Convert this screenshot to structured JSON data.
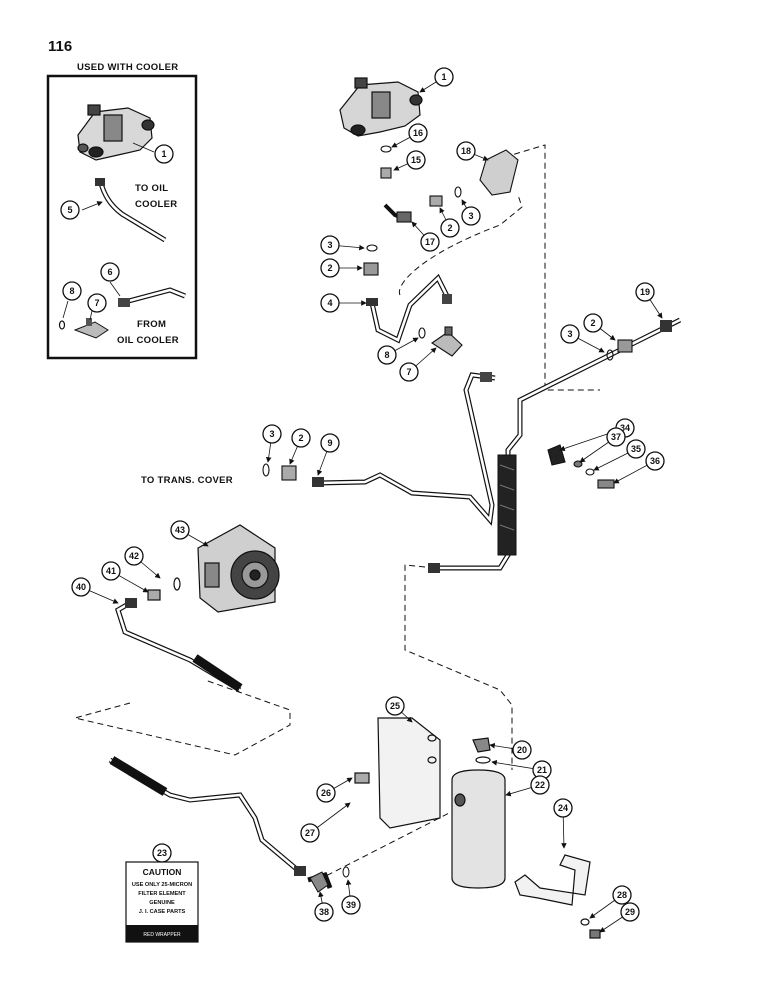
{
  "page_number": "116",
  "inset": {
    "title": "USED WITH COOLER",
    "to_label_line1": "TO OIL",
    "to_label_line2": "COOLER",
    "from_label_line1": "FROM",
    "from_label_line2": "OIL COOLER",
    "callouts": [
      "1",
      "5",
      "6",
      "7",
      "8"
    ]
  },
  "labels": {
    "to_trans_cover": "TO TRANS. COVER"
  },
  "caution_decal": {
    "callout": "23",
    "title": "CAUTION",
    "lines": [
      "USE ONLY 25-MICRON",
      "FILTER ELEMENT",
      "GENUINE",
      "J. I. CASE PARTS"
    ],
    "footer": "RED WRAPPER"
  },
  "callouts": [
    "1",
    "16",
    "15",
    "18",
    "3",
    "2",
    "17",
    "3",
    "2",
    "4",
    "19",
    "2",
    "3",
    "8",
    "7",
    "3",
    "2",
    "9",
    "34",
    "37",
    "35",
    "36",
    "43",
    "42",
    "41",
    "40",
    "25",
    "20",
    "21",
    "22",
    "26",
    "27",
    "24",
    "23",
    "38",
    "39",
    "28",
    "29"
  ]
}
